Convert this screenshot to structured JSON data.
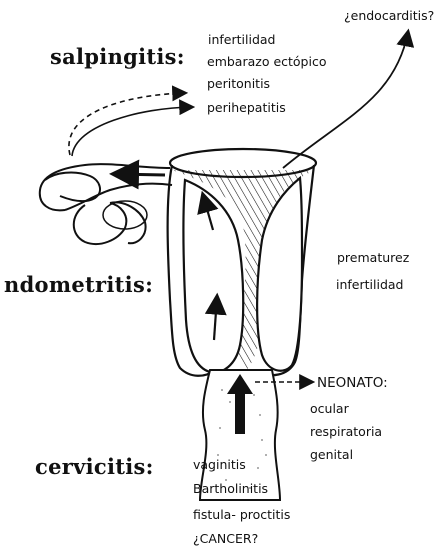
{
  "labels": {
    "salpingitis": {
      "heading": "salpingitis:",
      "items": [
        "infertilidad",
        "embarazo ectópico",
        "peritonitis",
        "perihepatitis"
      ]
    },
    "endometritis": {
      "heading": "ndometritis:",
      "items": [
        "prematurez",
        "infertilidad"
      ]
    },
    "cervicitis": {
      "heading": "cervicitis:",
      "items": [
        "vaginitis",
        "Bartholinitis",
        "fistula- proctitis",
        "¿CANCER?"
      ]
    },
    "endocarditis": "¿endocarditis?",
    "neonato": {
      "heading": "NEONATO:",
      "items": [
        "ocular",
        "respiratoria",
        "genital"
      ]
    }
  },
  "colors": {
    "ink": "#111111",
    "background": "#ffffff"
  }
}
